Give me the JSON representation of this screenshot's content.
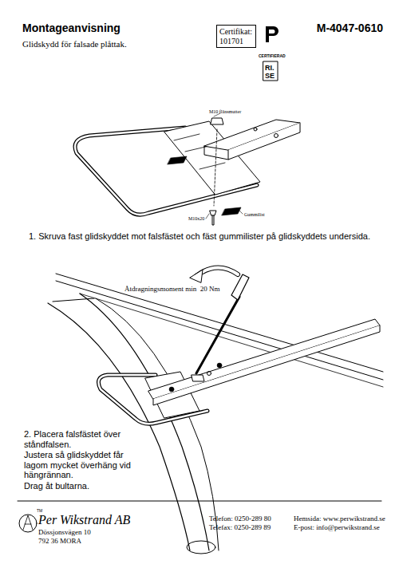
{
  "diagram": {
    "title": "Montageanvisning",
    "nodes": [
      {
        "text": [
          "Certifikat: 101701"
        ]
      }
    ],
    "labels": [
      "M-4047-0610",
      "Glidskydd för falsade plåttak.",
      "CERTIFIERAD",
      "RI.",
      "SE",
      "M10 flänsmutter",
      "M10x20",
      "Gummilist",
      "1. Skruva fast glidskyddet mot falsfästet och fäst gummilister på glidskyddets undersida.",
      "Åtdragningsmoment min  20 Nm",
      "2. Placera falsfästet över ståndfalsen.",
      "Justera så glidskyddet får lagom mycket överhäng vid hängrännan.",
      "Drag åt bultarna.",
      "TM",
      "Per Wikstrand AB",
      "Dössjonsvägen 10",
      "792 36 MORA",
      "Telefon: 0250-289 80",
      "Telefax: 0250-289 89",
      "Hemsida: www.perwikstrand.se",
      "E-post: info@perwikstrand.se"
    ]
  }
}
